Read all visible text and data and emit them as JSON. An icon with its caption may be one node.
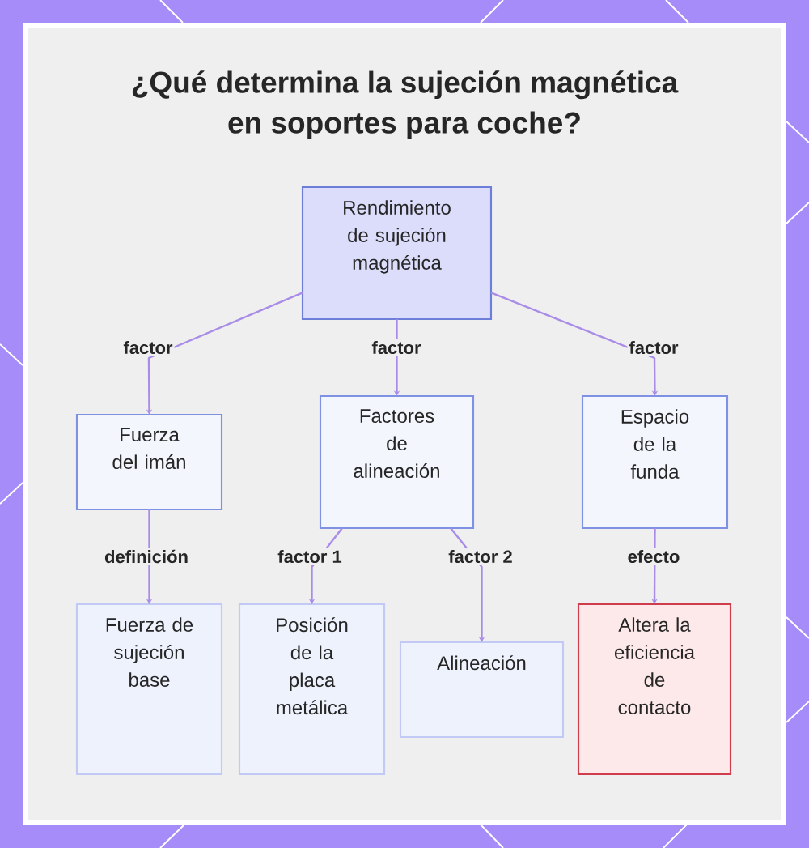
{
  "diagram": {
    "title": "¿Qué determina la sujeción magnética en soportes para coche?",
    "nodes": [
      {
        "text": [
          "Rendimiento de sujeción magnética"
        ]
      },
      {
        "text": [
          "Fuerza del imán"
        ]
      },
      {
        "text": [
          "Factores de alineación"
        ]
      },
      {
        "text": [
          "Espacio de la funda"
        ]
      },
      {
        "text": [
          "Fuerza de sujeción base"
        ]
      },
      {
        "text": [
          "Posición de la placa metálica"
        ]
      },
      {
        "text": [
          "Alineación"
        ]
      },
      {
        "text": [
          "Altera la eficiencia de contacto"
        ]
      }
    ],
    "edges": [
      {
        "from": 0,
        "to": 1,
        "arrow": "to",
        "label": "factor"
      },
      {
        "from": 0,
        "to": 2,
        "arrow": "to",
        "label": "factor"
      },
      {
        "from": 0,
        "to": 3,
        "arrow": "to",
        "label": "factor"
      },
      {
        "from": 1,
        "to": 4,
        "arrow": "to",
        "label": "definición"
      },
      {
        "from": 2,
        "to": 5,
        "arrow": "to",
        "label": "factor 1"
      },
      {
        "from": 2,
        "to": 6,
        "arrow": "to",
        "label": "factor 2"
      },
      {
        "from": 3,
        "to": 7,
        "arrow": "to",
        "label": "efecto"
      }
    ]
  }
}
